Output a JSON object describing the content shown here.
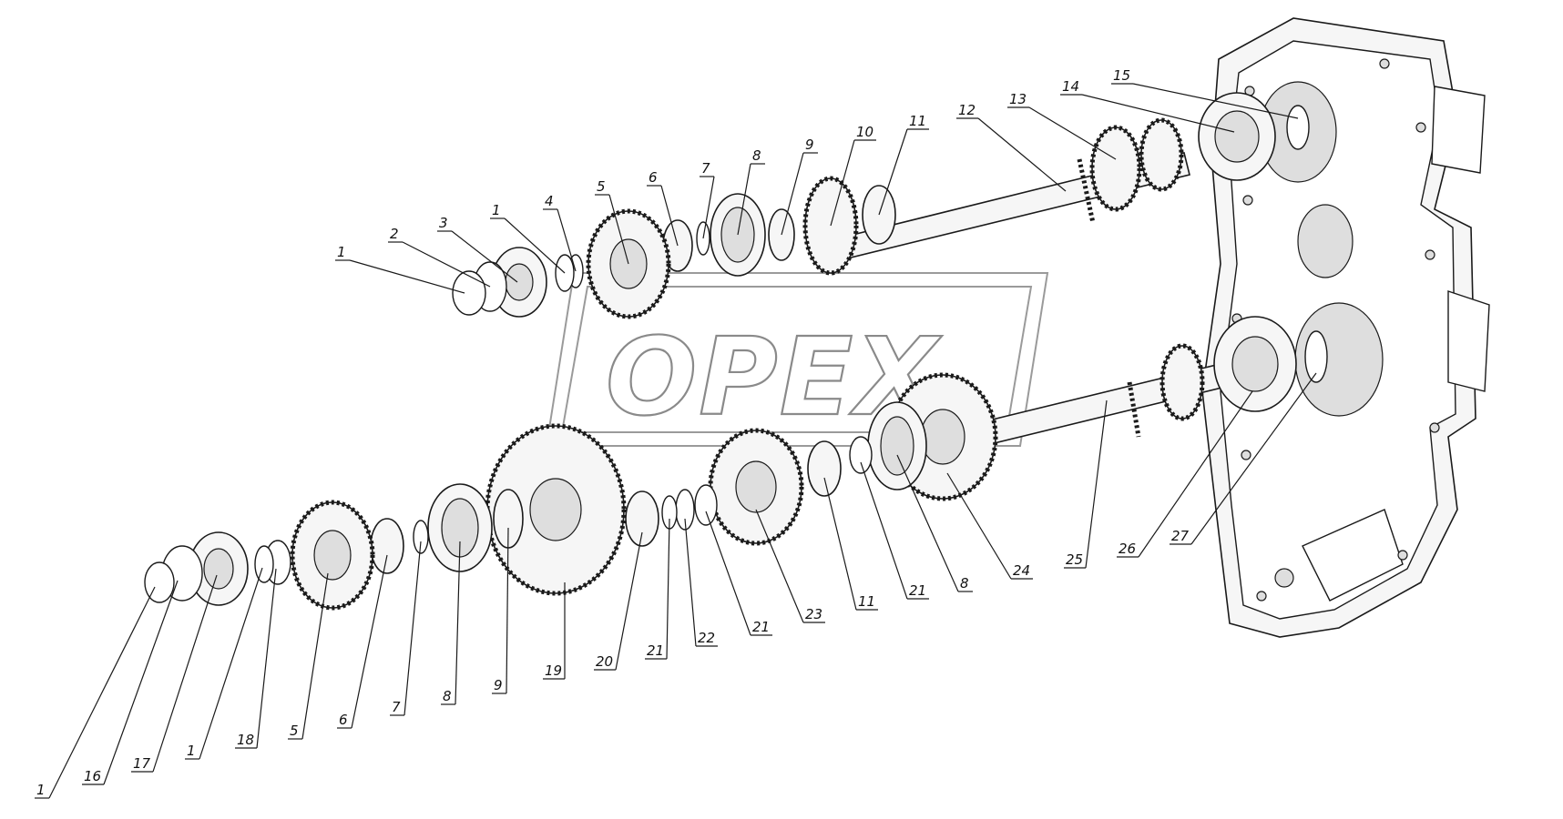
{
  "drawing": {
    "watermark": "OPEX",
    "callouts": [
      {
        "id": "c-1-top-a",
        "text": "1"
      },
      {
        "id": "c-2",
        "text": "2"
      },
      {
        "id": "c-3",
        "text": "3"
      },
      {
        "id": "c-1-top-b",
        "text": "1"
      },
      {
        "id": "c-4",
        "text": "4"
      },
      {
        "id": "c-5-top",
        "text": "5"
      },
      {
        "id": "c-6-top",
        "text": "6"
      },
      {
        "id": "c-7-top",
        "text": "7"
      },
      {
        "id": "c-8-top",
        "text": "8"
      },
      {
        "id": "c-9-top",
        "text": "9"
      },
      {
        "id": "c-10",
        "text": "10"
      },
      {
        "id": "c-11-top",
        "text": "11"
      },
      {
        "id": "c-12",
        "text": "12"
      },
      {
        "id": "c-13",
        "text": "13"
      },
      {
        "id": "c-14",
        "text": "14"
      },
      {
        "id": "c-15",
        "text": "15"
      },
      {
        "id": "c-1-bot-a",
        "text": "1"
      },
      {
        "id": "c-16",
        "text": "16"
      },
      {
        "id": "c-17",
        "text": "17"
      },
      {
        "id": "c-1-bot-b",
        "text": "1"
      },
      {
        "id": "c-18",
        "text": "18"
      },
      {
        "id": "c-5-bot",
        "text": "5"
      },
      {
        "id": "c-6-bot",
        "text": "6"
      },
      {
        "id": "c-7-bot",
        "text": "7"
      },
      {
        "id": "c-8-bot-a",
        "text": "8"
      },
      {
        "id": "c-9-bot",
        "text": "9"
      },
      {
        "id": "c-19",
        "text": "19"
      },
      {
        "id": "c-20",
        "text": "20"
      },
      {
        "id": "c-21-a",
        "text": "21"
      },
      {
        "id": "c-22",
        "text": "22"
      },
      {
        "id": "c-21-b",
        "text": "21"
      },
      {
        "id": "c-23",
        "text": "23"
      },
      {
        "id": "c-11-bot",
        "text": "11"
      },
      {
        "id": "c-21-c",
        "text": "21"
      },
      {
        "id": "c-8-bot-b",
        "text": "8"
      },
      {
        "id": "c-24",
        "text": "24"
      },
      {
        "id": "c-25",
        "text": "25"
      },
      {
        "id": "c-26",
        "text": "26"
      },
      {
        "id": "c-27",
        "text": "27"
      }
    ]
  }
}
